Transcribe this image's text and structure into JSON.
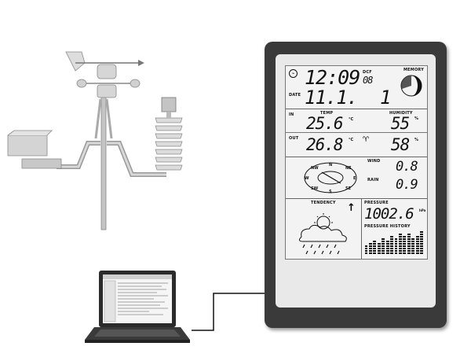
{
  "lcd": {
    "time": "12:09",
    "dcf_label": "DCF",
    "seconds": "08",
    "memory_label": "MEMORY",
    "date_label": "DATE",
    "date_value": "11.1.",
    "date_extra": "1",
    "in_label": "IN",
    "temp_label": "TEMP",
    "humidity_label": "HUMIDITY",
    "in_temp": "25.6",
    "temp_unit": "°C",
    "in_humidity": "55",
    "humidity_unit": "%",
    "out_label": "OUT",
    "out_temp": "26.8",
    "out_humidity": "58",
    "wind_label": "WIND",
    "wind_value": "0.8",
    "rain_label": "RAIN",
    "rain_value": "0.9",
    "compass": [
      "NW",
      "N",
      "NE",
      "W",
      "E",
      "SW",
      "S",
      "SE"
    ],
    "tendency_label": "TENDENCY",
    "pressure_label": "PRESSURE",
    "pressure_value": "1002.6",
    "pressure_unit": "hPa",
    "pressure_history_label": "PRESSURE HISTORY",
    "history_bars": [
      0.35,
      0.45,
      0.55,
      0.5,
      0.65,
      0.6,
      0.75,
      0.7,
      0.85,
      0.8,
      0.9,
      0.7,
      0.8,
      0.95
    ]
  },
  "colors": {
    "housing": "#3a3a3a",
    "lcd_bg": "#f3f3f3",
    "mast": "#bdbdbd"
  }
}
